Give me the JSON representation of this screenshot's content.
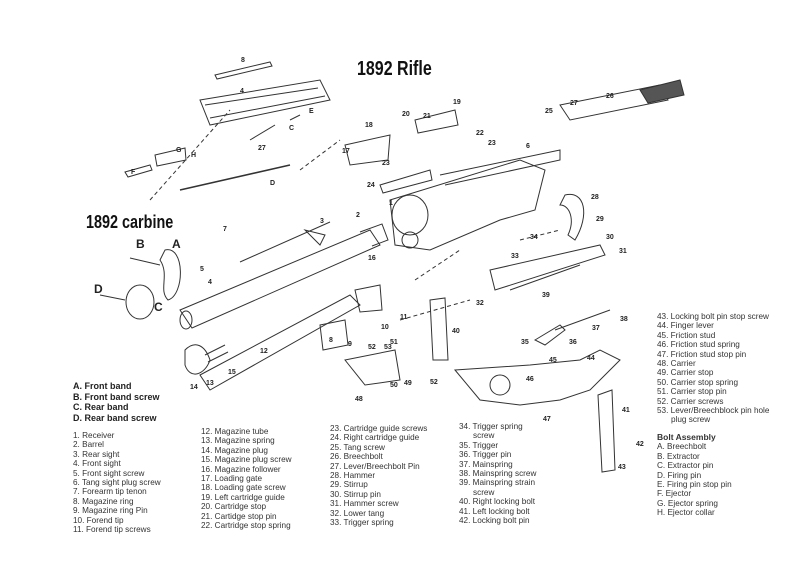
{
  "titles": {
    "rifle": "1892 Rifle",
    "carbine": "1892 carbine"
  },
  "carbine_labels": [
    "A",
    "B",
    "C",
    "D"
  ],
  "band_parts": [
    "A. Front band",
    "B. Front band screw",
    "C. Rear band",
    "D. Rear band screw"
  ],
  "parts_col1": [
    "1.   Receiver",
    "2.   Barrel",
    "3.   Rear sight",
    "4.   Front sight",
    "5.   Front  sight screw",
    "6.   Tang sight plug screw",
    "7.   Forearm tip tenon",
    "8.   Magazine ring",
    "9.   Magazine ring Pin",
    "10. Forend tip",
    "11. Forend tip screws"
  ],
  "parts_col2": [
    "12. Magazine tube",
    "13. Magazine spring",
    "14. Magazine plug",
    "15. Magazine plug screw",
    "16. Magazine follower",
    "17. Loading gate",
    "18. Loading gate screw",
    "19. Left cartridge guide",
    "20. Cartridge stop",
    "21. Cartidge stop pin",
    "22. Cartridge stop spring"
  ],
  "parts_col3": [
    "23. Cartridge guide screws",
    "24. Right cartridge guide",
    "25. Tang screw",
    "26. Breechbolt",
    "27. Lever/Breechbolt Pin",
    "28. Hammer",
    "29. Stirrup",
    "30. Stirrup pin",
    "31. Hammer screw",
    "32. Lower tang",
    "33. Trigger spring"
  ],
  "parts_col4": [
    "34. Trigger spring",
    "screw",
    "35. Trigger",
    "36. Trigger pin",
    "37. Mainspring",
    "38. Mainspring screw",
    "39. Mainspring strain",
    "screw",
    "40. Right locking bolt",
    "41. Left locking bolt",
    "42. Locking bolt pin"
  ],
  "parts_col5": [
    "43. Locking bolt pin stop screw",
    "44. Finger lever",
    "45. Friction stud",
    "46. Friction stud spring",
    "47. Friction stud stop pin",
    "48. Carrier",
    "49. Carrier stop",
    "50. Carrier stop spring",
    "51. Carrier stop pin",
    "52. Carrier screws",
    "53. Lever/Breechblock pin hole",
    "plug screw"
  ],
  "bolt_assembly": {
    "heading": "Bolt Assembly",
    "items": [
      "A.  Breechbolt",
      "B.  Extractor",
      "C.  Extractor pin",
      "D.  Firing pin",
      "E.  Firing pin stop pin",
      "F.  Ejector",
      "G.  Ejector spring",
      "H.  Ejector collar"
    ]
  },
  "callouts": [
    "8",
    "4",
    "E",
    "C",
    "27",
    "G",
    "H",
    "F",
    "D",
    "7",
    "3",
    "2",
    "1",
    "18",
    "20",
    "21",
    "19",
    "22",
    "23",
    "17",
    "23",
    "24",
    "6",
    "25",
    "27",
    "26",
    "28",
    "29",
    "30",
    "31",
    "34",
    "33",
    "32",
    "39",
    "37",
    "38",
    "35",
    "36",
    "44",
    "45",
    "46",
    "47",
    "41",
    "42",
    "43",
    "40",
    "48",
    "49",
    "50",
    "52",
    "51",
    "52",
    "9",
    "8",
    "10",
    "11",
    "16",
    "12",
    "13",
    "14",
    "15",
    "5",
    "4",
    "53"
  ]
}
